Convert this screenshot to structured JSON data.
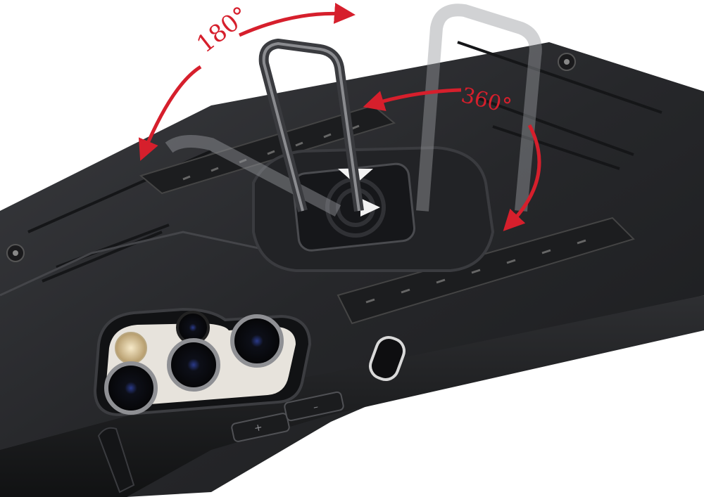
{
  "image": {
    "subject": "Rugged black phone case with rotating ring holder",
    "background_color": "#ffffff",
    "case_color": "#2a2b2e",
    "annotation_color": "#d61f2c"
  },
  "annotations": {
    "flip_angle": "180°",
    "rotate_angle": "360°"
  },
  "features": {
    "camera_lenses": 4,
    "flash": 1,
    "side_buttons": [
      "+",
      "–"
    ]
  }
}
